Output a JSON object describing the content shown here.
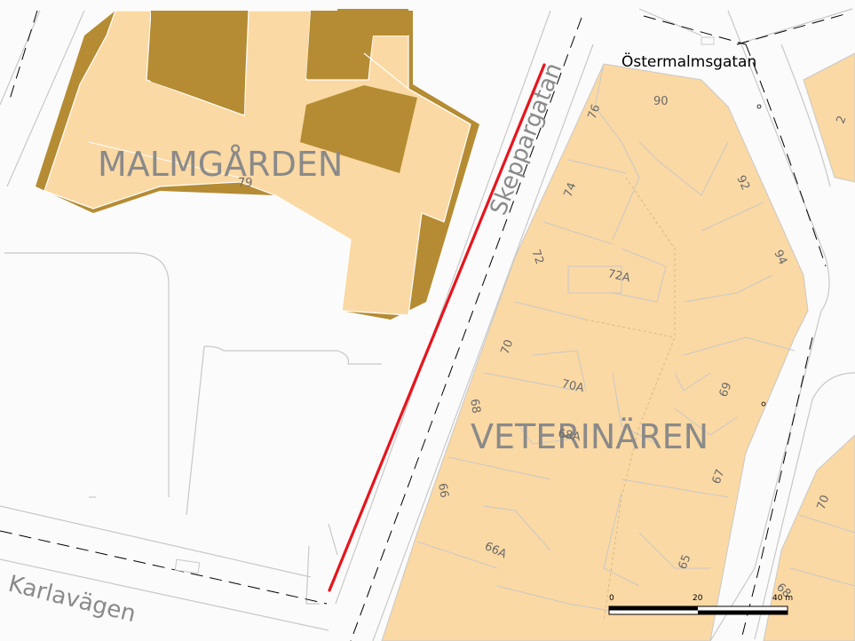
{
  "map": {
    "colors": {
      "background": "#fbfbfb",
      "building": "#fbd9a4",
      "courtyard": "#b58c33",
      "road_edge": "#c8c8c8",
      "centerline": "#000000",
      "route": "#e8141c"
    },
    "streets": {
      "skeppargatan": "Skeppargatan",
      "ostermalmsgatan": "Östermalmsgatan",
      "karlavagen": "Karlavägen"
    },
    "blocks": {
      "malmgarden": "MALMGÅRDEN",
      "veterinaren": "VETERINÄREN"
    },
    "numbers": {
      "n79": "79",
      "n90": "90",
      "n76": "76",
      "n74": "74",
      "n92": "92",
      "n94": "94",
      "n72": "72",
      "n72a": "72A",
      "n70": "70",
      "n70a": "70A",
      "n69": "69",
      "n68": "68",
      "n68a": "68A",
      "n67": "67",
      "n66": "66",
      "n66a": "66A",
      "n65": "65",
      "n2": "2",
      "n70r": "70",
      "n68r": "68"
    },
    "scale_bar": {
      "label_0": "0",
      "label_20": "20",
      "label_40": "40 m"
    }
  }
}
